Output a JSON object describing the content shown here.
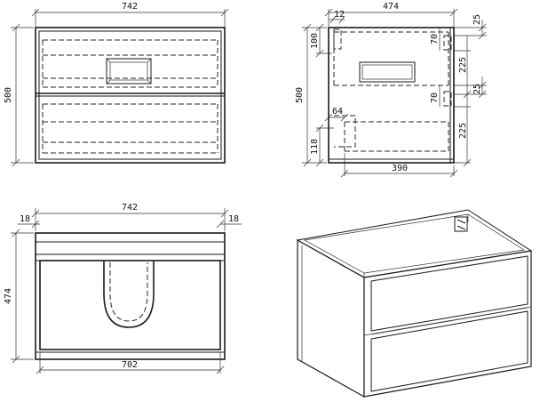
{
  "front_view": {
    "width": "742",
    "height": "500"
  },
  "side_view": {
    "depth": "474",
    "height": "500",
    "d12": "12",
    "d25_top": "25",
    "d100": "100",
    "d70_top": "70",
    "d225_top": "225",
    "d25_mid": "25",
    "d70_mid": "70",
    "d225_bottom": "225",
    "d64": "64",
    "d118": "118",
    "d390": "390"
  },
  "top_view": {
    "width": "742",
    "left_edge": "18",
    "right_edge": "18",
    "depth": "474",
    "inner_width": "702"
  },
  "iso_view": {}
}
